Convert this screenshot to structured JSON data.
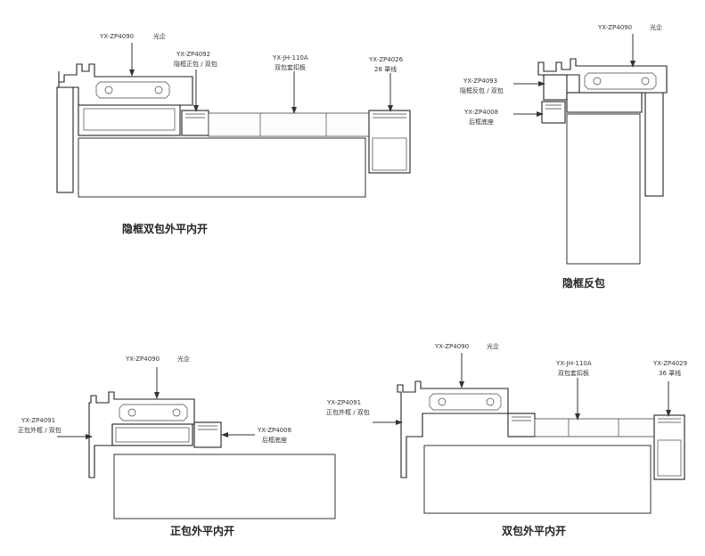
{
  "diagrams": [
    {
      "caption": "隐框双包外平内开",
      "labels": [
        {
          "code": "YX-ZP4090",
          "name": "光企"
        },
        {
          "code": "YX-ZP4092",
          "name": "隐框正包 / 双包"
        },
        {
          "code": "YX-JH-110A",
          "name": "双包套扣板"
        },
        {
          "code": "YX-ZP4026",
          "name": "28 罩线"
        }
      ]
    },
    {
      "caption": "隐框反包",
      "labels": [
        {
          "code": "YX-ZP4090",
          "name": "光企"
        },
        {
          "code": "YX-ZP4093",
          "name": "隐框反包 / 双包"
        },
        {
          "code": "YX-ZP4008",
          "name": "后框底座"
        }
      ]
    },
    {
      "caption": "正包外平内开",
      "labels": [
        {
          "code": "YX-ZP4090",
          "name": "光企"
        },
        {
          "code": "YX-ZP4091",
          "name": "正包外框 / 双包"
        },
        {
          "code": "YX-ZP4008",
          "name": "后框底座"
        }
      ]
    },
    {
      "caption": "双包外平内开",
      "labels": [
        {
          "code": "YX-ZP4090",
          "name": "光企"
        },
        {
          "code": "YX-JH-110A",
          "name": "双包套扣板"
        },
        {
          "code": "YX-ZP4029",
          "name": "36 罩线"
        },
        {
          "code": "YX-ZP4091",
          "name": "正包外框 / 双包"
        }
      ]
    }
  ]
}
